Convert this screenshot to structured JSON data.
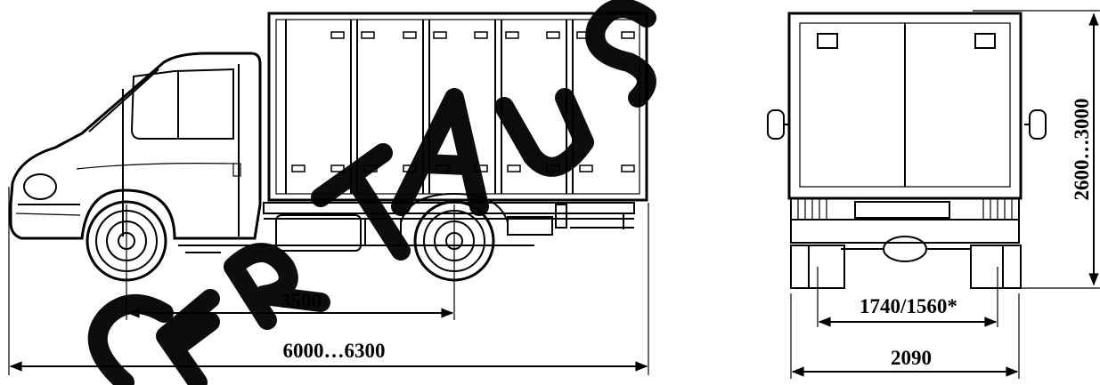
{
  "dimensions": {
    "wheelbase": "3500",
    "overall_length": "6000…6300",
    "front_track": "1740/1560*",
    "overall_width": "2090",
    "height": "2600…3000"
  },
  "watermark_text": "CERTAUS",
  "colors": {
    "ink": "#000000",
    "background": "#ffffff"
  }
}
